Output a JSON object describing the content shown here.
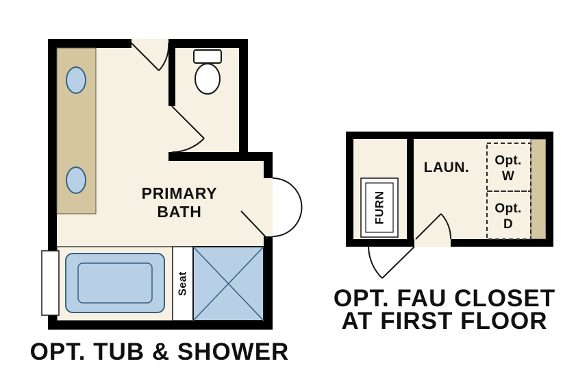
{
  "colors": {
    "background": "#ffffff",
    "wall": "#000000",
    "floor": "#f7f1e3",
    "counter": "#d4c79f",
    "fixture_fill": "#b7d0e6",
    "fixture_stroke": "#3a5f82",
    "text": "#101010"
  },
  "primary_bath_plan": {
    "room_label_line1": "PRIMARY",
    "room_label_line2": "BATH",
    "seat_label": "Seat",
    "caption": "OPT. TUB & SHOWER"
  },
  "fau_closet_plan": {
    "furnace_label": "FURN",
    "laundry_label": "LAUN.",
    "opt_washer_line1": "Opt.",
    "opt_washer_line2": "W",
    "opt_dryer_line1": "Opt.",
    "opt_dryer_line2": "D",
    "caption_line1": "OPT. FAU CLOSET",
    "caption_line2": "AT FIRST FLOOR"
  }
}
